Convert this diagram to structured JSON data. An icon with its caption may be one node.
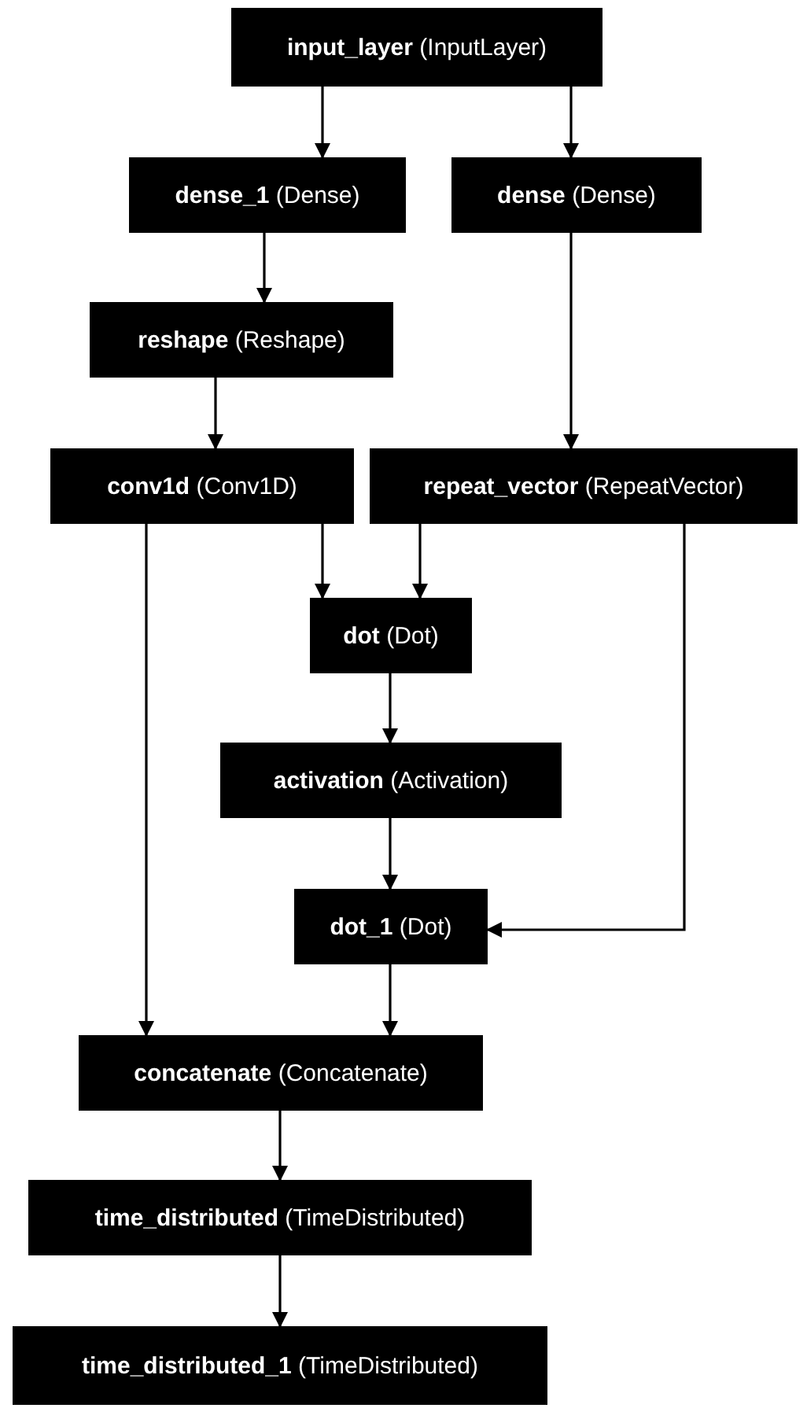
{
  "diagram": {
    "nodes": [
      {
        "text": [
          "**input_layer** (InputLayer)"
        ]
      },
      {
        "text": [
          "**dense_1** (Dense)"
        ]
      },
      {
        "text": [
          "**dense** (Dense)"
        ]
      },
      {
        "text": [
          "**reshape** (Reshape)"
        ]
      },
      {
        "text": [
          "**conv1d** (Conv1D)"
        ]
      },
      {
        "text": [
          "**repeat_vector** (RepeatVector)"
        ]
      },
      {
        "text": [
          "**dot** (Dot)"
        ]
      },
      {
        "text": [
          "**activation** (Activation)"
        ]
      },
      {
        "text": [
          "**dot_1** (Dot)"
        ]
      },
      {
        "text": [
          "**concatenate** (Concatenate)"
        ]
      },
      {
        "text": [
          "**time_distributed** (TimeDistributed)"
        ]
      },
      {
        "text": [
          "**time_distributed_1** (TimeDistributed)"
        ]
      }
    ],
    "edges": [
      {
        "from": 0,
        "to": 1,
        "arrow": "to"
      },
      {
        "from": 0,
        "to": 2,
        "arrow": "to"
      },
      {
        "from": 1,
        "to": 3,
        "arrow": "to"
      },
      {
        "from": 2,
        "to": 5,
        "arrow": "to"
      },
      {
        "from": 3,
        "to": 4,
        "arrow": "to"
      },
      {
        "from": 4,
        "to": 6,
        "arrow": "to"
      },
      {
        "from": 5,
        "to": 6,
        "arrow": "to"
      },
      {
        "from": 4,
        "to": 9,
        "arrow": "to"
      },
      {
        "from": 6,
        "to": 7,
        "arrow": "to"
      },
      {
        "from": 7,
        "to": 8,
        "arrow": "to"
      },
      {
        "from": 5,
        "to": 8,
        "arrow": "to"
      },
      {
        "from": 8,
        "to": 9,
        "arrow": "to"
      },
      {
        "from": 9,
        "to": 10,
        "arrow": "to"
      },
      {
        "from": 10,
        "to": 11,
        "arrow": "to"
      }
    ]
  }
}
